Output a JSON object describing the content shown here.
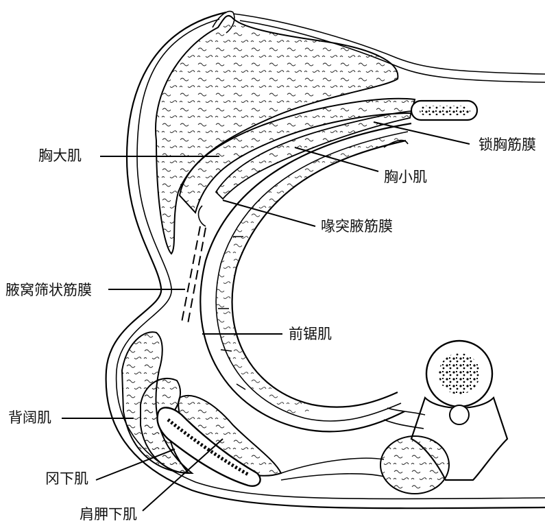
{
  "labels": {
    "pectoralis_major": "胸大肌",
    "clavipectoral_fascia": "锁胸筋膜",
    "pectoralis_minor": "胸小肌",
    "coracoaxillary_fascia": "喙突腋筋膜",
    "axillary_cribriform_fascia": "腋窝筛状筋膜",
    "serratus_anterior": "前锯肌",
    "latissimus_dorsi": "背阔肌",
    "teres_major": "冈下肌",
    "subscapularis": "肩胛下肌"
  }
}
